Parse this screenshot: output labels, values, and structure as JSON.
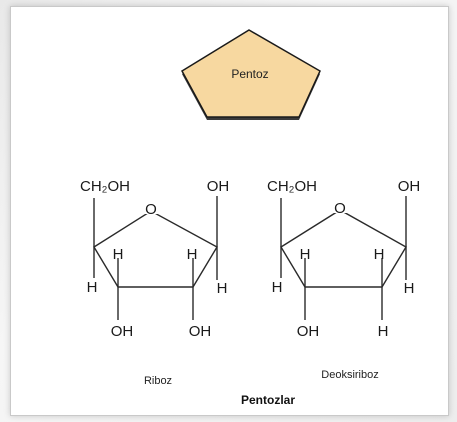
{
  "pentagon": {
    "label": "Pentoz",
    "fill": "#f7d8a0",
    "stroke": "#1a1a1a"
  },
  "riboz": {
    "ch2oh": "CH₂OH",
    "ring_o": "O",
    "c1_oh": "OH",
    "h_left_inner": "H",
    "h_right_inner": "H",
    "h_left_outer": "H",
    "h_right_outer": "H",
    "oh_bottom_left": "OH",
    "oh_bottom_right": "OH",
    "caption": "Riboz"
  },
  "deoksiriboz": {
    "ch2oh": "CH₂OH",
    "ring_o": "O",
    "c1_oh": "OH",
    "h_left_inner": "H",
    "h_right_inner": "H",
    "h_left_outer": "H",
    "h_right_outer": "H",
    "oh_bottom_left": "OH",
    "h_bottom_right": "H",
    "caption": "Deoksiriboz"
  },
  "footer": {
    "title": "Pentozlar"
  }
}
